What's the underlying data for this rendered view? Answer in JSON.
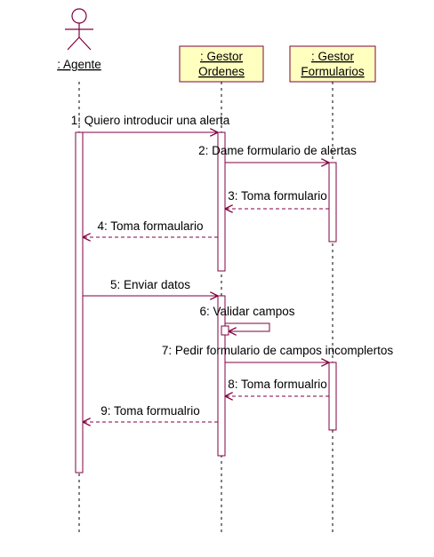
{
  "colors": {
    "line": "#800040",
    "box_fill": "#ffffc0",
    "lifeline": "#000000",
    "text": "#000000"
  },
  "actor": {
    "label": ": Agente",
    "icon": "stick-figure-icon"
  },
  "objects": [
    {
      "line1": ": Gestor",
      "line2": "Ordenes"
    },
    {
      "line1": ": Gestor",
      "line2": "Formularios"
    }
  ],
  "messages": [
    {
      "label": "1: Quiero introducir una alerta",
      "kind": "call"
    },
    {
      "label": "2: Dame formulario de alertas",
      "kind": "call"
    },
    {
      "label": "3: Toma formulario",
      "kind": "return"
    },
    {
      "label": "4: Toma formaulario",
      "kind": "return"
    },
    {
      "label": "5: Enviar datos",
      "kind": "call"
    },
    {
      "label": "6: Validar campos",
      "kind": "self"
    },
    {
      "label": "7: Pedir formulario de campos incomplertos",
      "kind": "call"
    },
    {
      "label": "8: Toma formualrio",
      "kind": "return"
    },
    {
      "label": "9: Toma formualrio",
      "kind": "return"
    }
  ]
}
